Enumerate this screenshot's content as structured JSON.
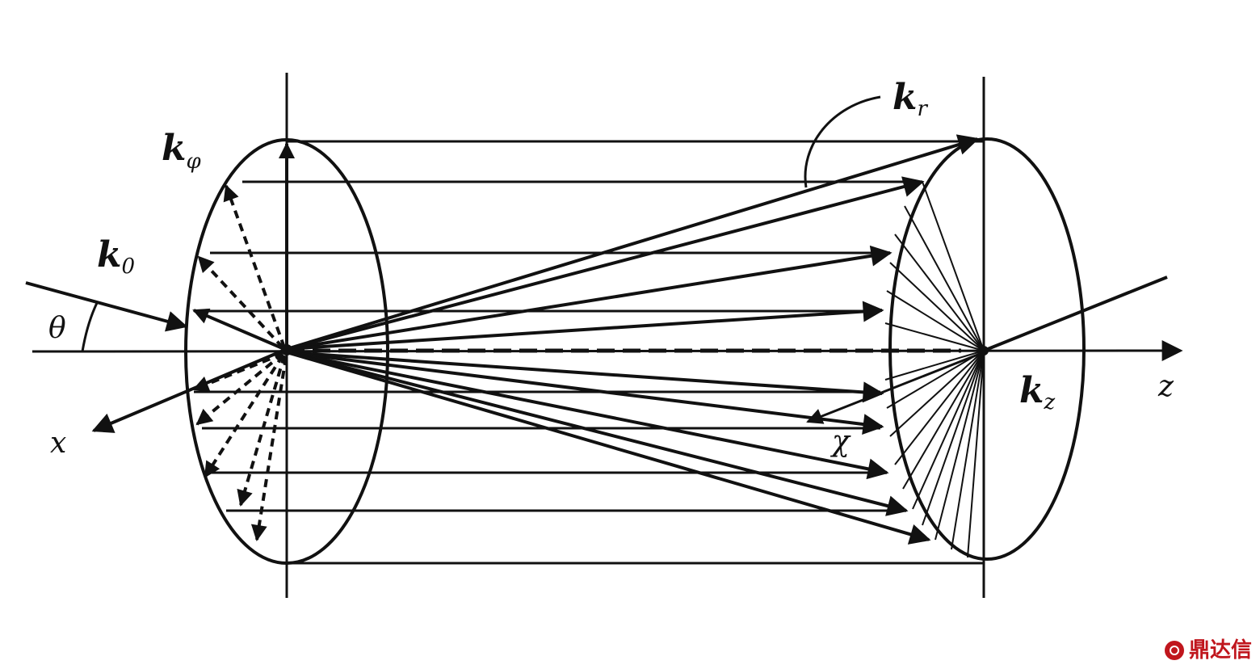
{
  "labels": {
    "k_phi": {
      "main": "k",
      "sub": "φ"
    },
    "k_0": {
      "main": "k",
      "sub": "0"
    },
    "theta": "θ",
    "x_axis": "x",
    "k_r": {
      "main": "k",
      "sub": "r"
    },
    "k_z": {
      "main": "k",
      "sub": "z"
    },
    "z_axis": "z",
    "chi": "χ"
  },
  "watermark": {
    "text": "鼎达信",
    "logo": "dingdaxin-logo-icon"
  },
  "colors": {
    "ink": "#111111",
    "watermark": "#c0161d"
  }
}
